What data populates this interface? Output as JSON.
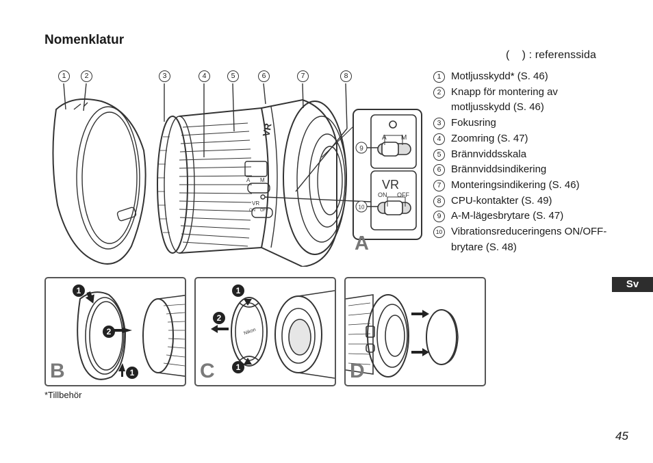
{
  "page": {
    "heading": "Nomenklatur",
    "reference_note": {
      "open": "(",
      "close": ")",
      "text": ": referenssida"
    },
    "language_tab": "Sv",
    "footnote": "*Tillbehör",
    "page_number": "45"
  },
  "figure_a": {
    "label": "A",
    "callouts": [
      "1",
      "2",
      "3",
      "4",
      "5",
      "6",
      "7",
      "8"
    ],
    "switch_panel": {
      "callout_am": "9",
      "callout_vr": "10",
      "am_left": "A",
      "am_right": "M",
      "vr_title": "VR",
      "vr_on": "ON",
      "vr_off": "OFF"
    },
    "lens_marks": {
      "am_left": "A",
      "am_right": "M",
      "vr_title": "VR",
      "vr_on": "ON",
      "vr_off": "OFF",
      "barrel_vr": "VR"
    }
  },
  "legend": [
    {
      "num": "1",
      "text": "Motljusskydd* (S. 46)"
    },
    {
      "num": "2",
      "text": "Knapp för montering av motljusskydd (S. 46)"
    },
    {
      "num": "3",
      "text": "Fokusring"
    },
    {
      "num": "4",
      "text": "Zoomring (S. 47)"
    },
    {
      "num": "5",
      "text": "Brännviddsskala"
    },
    {
      "num": "6",
      "text": "Brännviddsindikering"
    },
    {
      "num": "7",
      "text": "Monteringsindikering (S. 46)"
    },
    {
      "num": "8",
      "text": "CPU-kontakter (S. 49)"
    },
    {
      "num": "9",
      "text": "A-M-lägesbrytare (S. 47)"
    },
    {
      "num": "10",
      "text": "Vibrationsreduceringens ON/OFF-brytare (S. 48)"
    }
  ],
  "panels": [
    {
      "label": "B",
      "steps": [
        "1",
        "2",
        "1"
      ]
    },
    {
      "label": "C",
      "steps": [
        "1",
        "2",
        "1"
      ],
      "cap_brand": "Nikon"
    },
    {
      "label": "D"
    }
  ],
  "colors": {
    "tab_background": "#2d2d2d",
    "figure_label": "#7a7a7a",
    "line_art": "#333333"
  }
}
